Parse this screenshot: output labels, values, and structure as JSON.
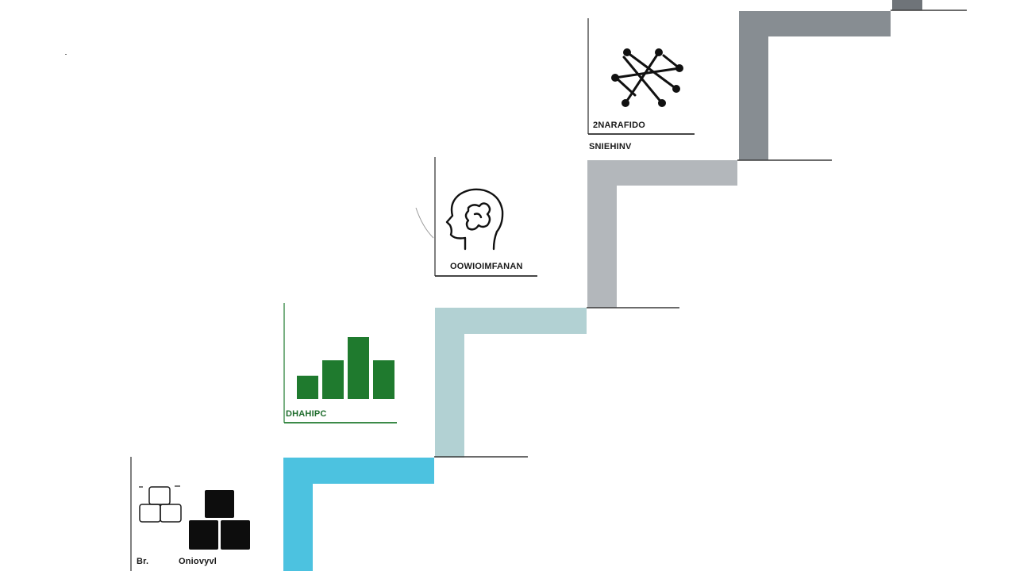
{
  "stages": [
    {
      "id": "stage-1",
      "labels": [
        "Br.",
        "Oniovyvl"
      ],
      "icon": "blocks-icon",
      "stair_color": "#4cc2e0"
    },
    {
      "id": "stage-2",
      "labels": [
        "DHAHIPC"
      ],
      "icon": "bar-chart-icon",
      "stair_color": "#b2d1d3",
      "bar_values": [
        3,
        5,
        8,
        5
      ]
    },
    {
      "id": "stage-3",
      "labels": [
        "OOWIOIMFANAN"
      ],
      "icon": "head-puzzle-icon",
      "stair_color": "#b3b7bb"
    },
    {
      "id": "stage-4",
      "labels": [
        "2NARAFIDO",
        "SNIEHINV"
      ],
      "icon": "network-cross-icon",
      "stair_color": "#878d92"
    }
  ],
  "colors": {
    "label_dark": "#1a1a1a",
    "label_green": "#1d6b2b",
    "bar_green": "#1f7a2e",
    "frame_line": "#2b2b2b",
    "top_step": "#6f7479"
  }
}
